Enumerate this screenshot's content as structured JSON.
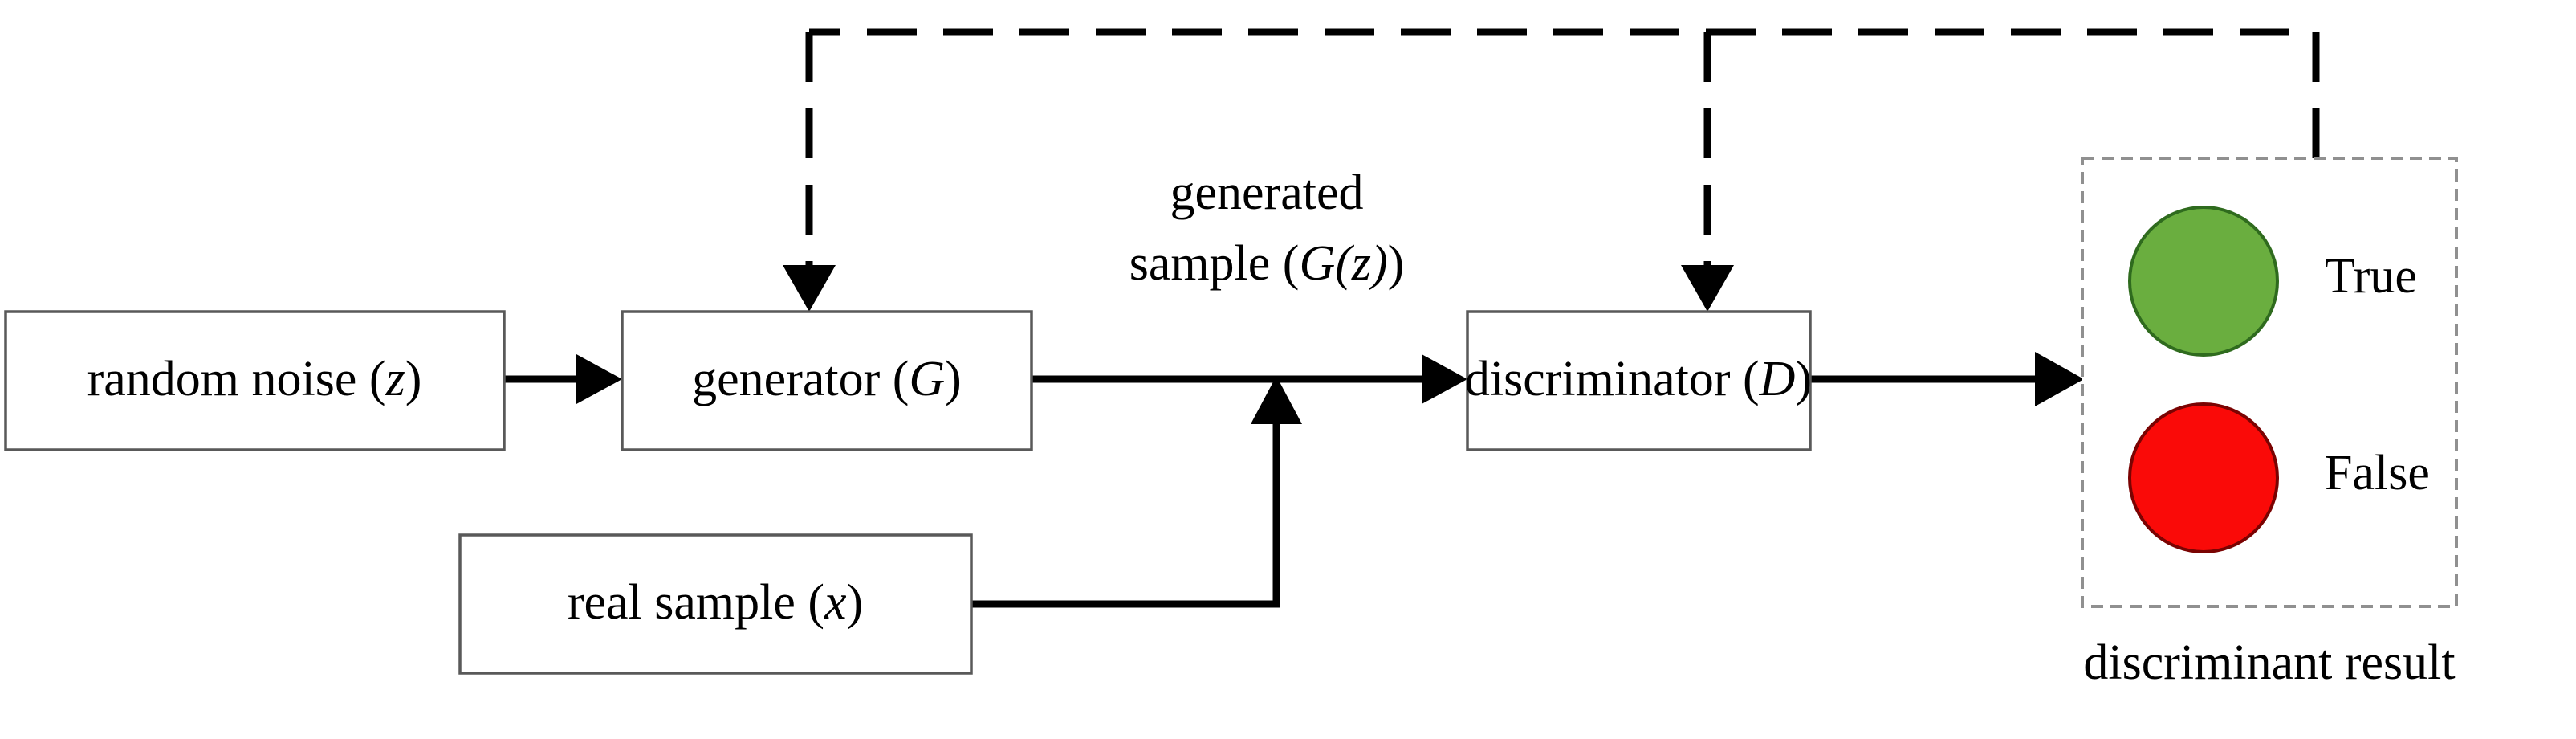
{
  "diagram": {
    "title": "Generative Adversarial Network (GAN) architecture flow diagram",
    "nodes": {
      "random_noise": {
        "label_plain": "random  noise (z)",
        "label_text": "random  noise (",
        "label_var": "z",
        "label_tail": ")"
      },
      "generator": {
        "label_plain": "generator (G)",
        "label_text": "generator (",
        "label_var": "G",
        "label_tail": ")"
      },
      "real_sample": {
        "label_plain": "real sample (x)",
        "label_text": "real sample (",
        "label_var": "x",
        "label_tail": ")"
      },
      "discriminator": {
        "label_plain": "discriminator (D)",
        "label_text": "discriminator (",
        "label_var": "D",
        "label_tail": ")"
      }
    },
    "edge_labels": {
      "generated_sample_line1": "generated",
      "generated_sample_line2_text": "sample (",
      "generated_sample_line2_var": "G(z)",
      "generated_sample_line2_tail": ")",
      "generated_sample_plain": "generated sample (G(z))"
    },
    "result_panel": {
      "caption": "discriminant result",
      "items": [
        {
          "label": "True",
          "color": "#6aae3f",
          "outline": "#2f6b1e"
        },
        {
          "label": "False",
          "color": "#fa0a08",
          "outline": "#7a0302"
        }
      ]
    },
    "colors": {
      "background": "#ffffff",
      "box_stroke": "#595959",
      "panel_stroke": "#909090",
      "link_stroke": "#000000",
      "true_circle": "#6aae3f",
      "false_circle": "#fa0a08",
      "text": "#000000"
    }
  }
}
